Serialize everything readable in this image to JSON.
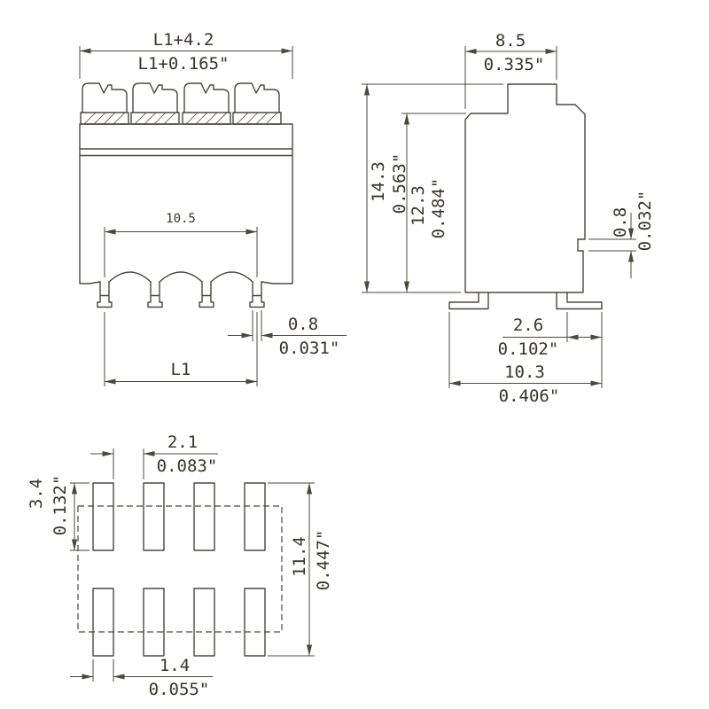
{
  "drawing": {
    "views": {
      "front": {
        "top_mm": "L1+4.2",
        "top_in": "L1+0.165\"",
        "pitch_mm": "10.5",
        "pin_width_mm": "0.8",
        "pin_width_in": "0.031\"",
        "length_mm": "L1"
      },
      "side": {
        "depth_mm": "8.5",
        "depth_in": "0.335\"",
        "total_height_mm": "14.3",
        "total_height_in": "0.563\"",
        "body_height_mm": "12.3",
        "body_height_in": "0.484\"",
        "step_mm": "0.8",
        "step_in": "0.032\"",
        "foot_mm": "2.6",
        "foot_in": "0.102\"",
        "overall_width_mm": "10.3",
        "overall_width_in": "0.406\""
      },
      "footprint": {
        "gap_mm": "2.1",
        "gap_in": "0.083\"",
        "pad_height_mm": "3.4",
        "pad_height_in": "0.132\"",
        "span_mm": "11.4",
        "span_in": "0.447\"",
        "pad_width_mm": "1.4",
        "pad_width_in": "0.055\""
      }
    },
    "colors": {
      "ink": "#4c4840",
      "text": "#38342c",
      "background": "#ffffff"
    }
  }
}
